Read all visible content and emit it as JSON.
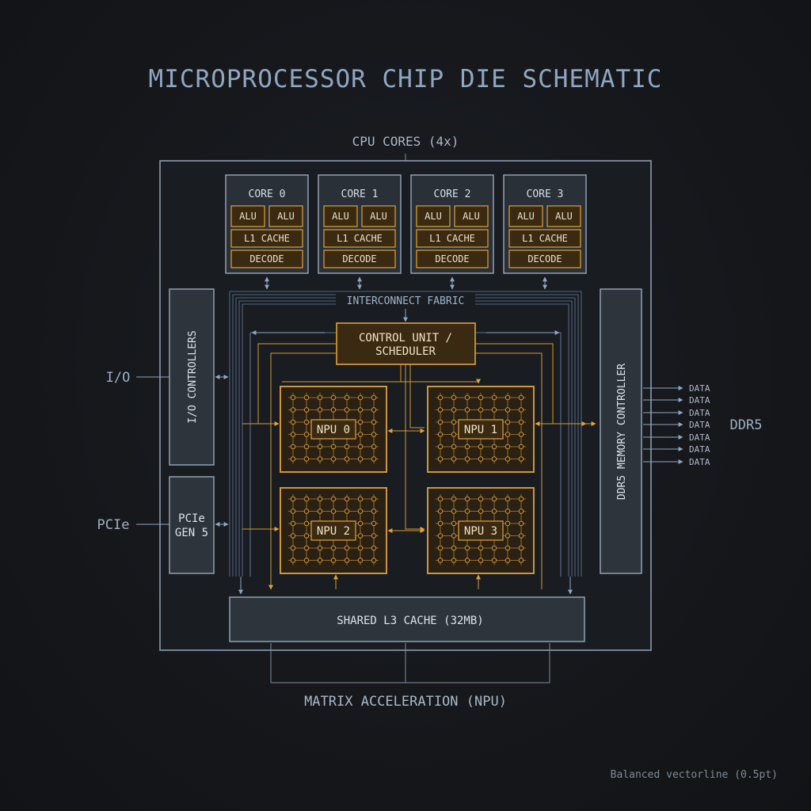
{
  "title": "MICROPROCESSOR CHIP DIE SCHEMATIC",
  "cpu_cores_label": "CPU CORES (4x)",
  "cores": [
    {
      "name": "CORE 0",
      "alu_a": "ALU",
      "alu_b": "ALU",
      "cache": "L1 CACHE",
      "decode": "DECODE"
    },
    {
      "name": "CORE 1",
      "alu_a": "ALU",
      "alu_b": "ALU",
      "cache": "L1 CACHE",
      "decode": "DECODE"
    },
    {
      "name": "CORE 2",
      "alu_a": "ALU",
      "alu_b": "ALU",
      "cache": "L1 CACHE",
      "decode": "DECODE"
    },
    {
      "name": "CORE 3",
      "alu_a": "ALU",
      "alu_b": "ALU",
      "cache": "L1 CACHE",
      "decode": "DECODE"
    }
  ],
  "interconnect_label": "INTERCONNECT FABRIC",
  "control_unit": {
    "line1": "CONTROL UNIT /",
    "line2": "SCHEDULER"
  },
  "npus": [
    "NPU 0",
    "NPU 1",
    "NPU 2",
    "NPU 3"
  ],
  "io_controllers_label": "I/O CONTROLLERS",
  "io_label": "I/O",
  "pcie": {
    "line1": "PCIe",
    "line2": "GEN 5",
    "external": "PCIe"
  },
  "memory_controller_label": "DDR5 MEMORY CONTROLLER",
  "ddr5_label": "DDR5",
  "data_lines": [
    "DATA",
    "DATA",
    "DATA",
    "DATA",
    "DATA",
    "DATA",
    "DATA"
  ],
  "l3_cache_label": "SHARED L3 CACHE (32MB)",
  "matrix_label": "MATRIX ACCELERATION (NPU)",
  "footer": "Balanced vectorline (0.5pt)",
  "colors": {
    "background": "#15171b",
    "outline": "#8c9bae",
    "box_fill": "#2a3038",
    "amber": "#d99a2b",
    "amber_fill": "#3a2a12",
    "blue_line": "#7f9bbd"
  }
}
